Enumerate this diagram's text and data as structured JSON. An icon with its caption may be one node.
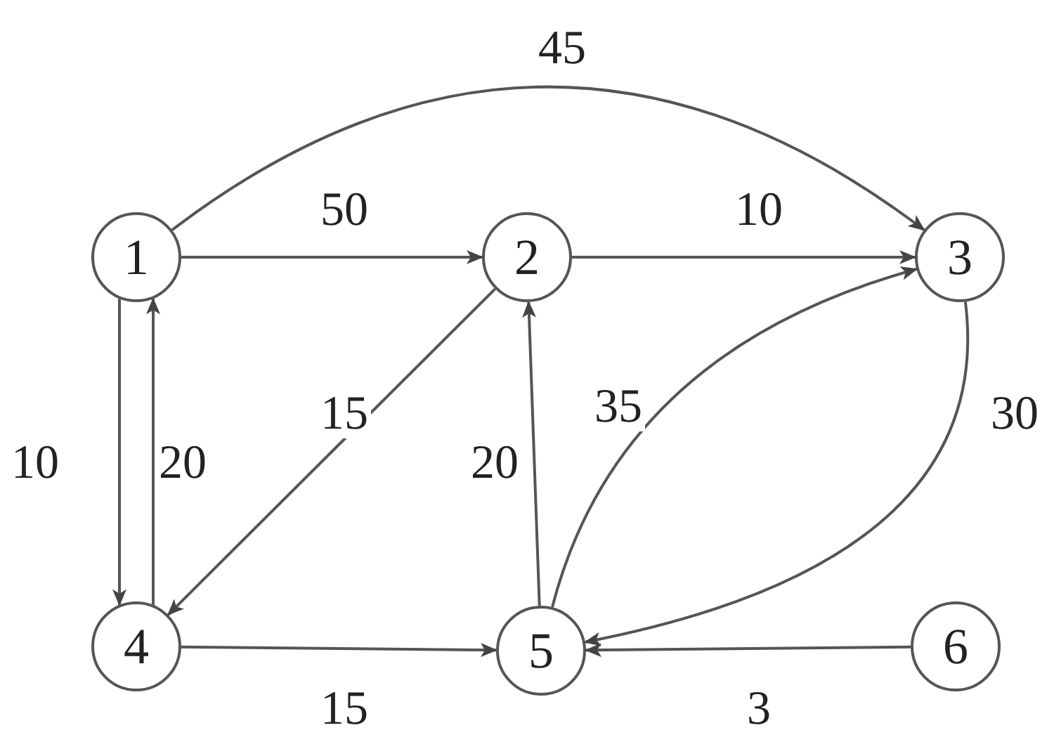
{
  "diagram": {
    "nodes": [
      {
        "text": [
          "1"
        ]
      },
      {
        "text": [
          "2"
        ]
      },
      {
        "text": [
          "3"
        ]
      },
      {
        "text": [
          "4"
        ]
      },
      {
        "text": [
          "5"
        ]
      },
      {
        "text": [
          "6"
        ]
      }
    ],
    "edges": [
      {
        "from": 0,
        "to": 2,
        "arrow": "to",
        "label": "45"
      },
      {
        "from": 0,
        "to": 1,
        "arrow": "to",
        "label": "50"
      },
      {
        "from": 1,
        "to": 2,
        "arrow": "to",
        "label": "10"
      },
      {
        "from": 0,
        "to": 3,
        "arrow": "to",
        "label": "10"
      },
      {
        "from": 3,
        "to": 0,
        "arrow": "to",
        "label": "20"
      },
      {
        "from": 1,
        "to": 3,
        "arrow": "to",
        "label": "15"
      },
      {
        "from": 4,
        "to": 1,
        "arrow": "to",
        "label": "20"
      },
      {
        "from": 4,
        "to": 2,
        "arrow": "to",
        "label": "35"
      },
      {
        "from": 2,
        "to": 4,
        "arrow": "to",
        "label": "30"
      },
      {
        "from": 3,
        "to": 4,
        "arrow": "to",
        "label": "15"
      },
      {
        "from": 5,
        "to": 4,
        "arrow": "to",
        "label": "3"
      }
    ]
  }
}
